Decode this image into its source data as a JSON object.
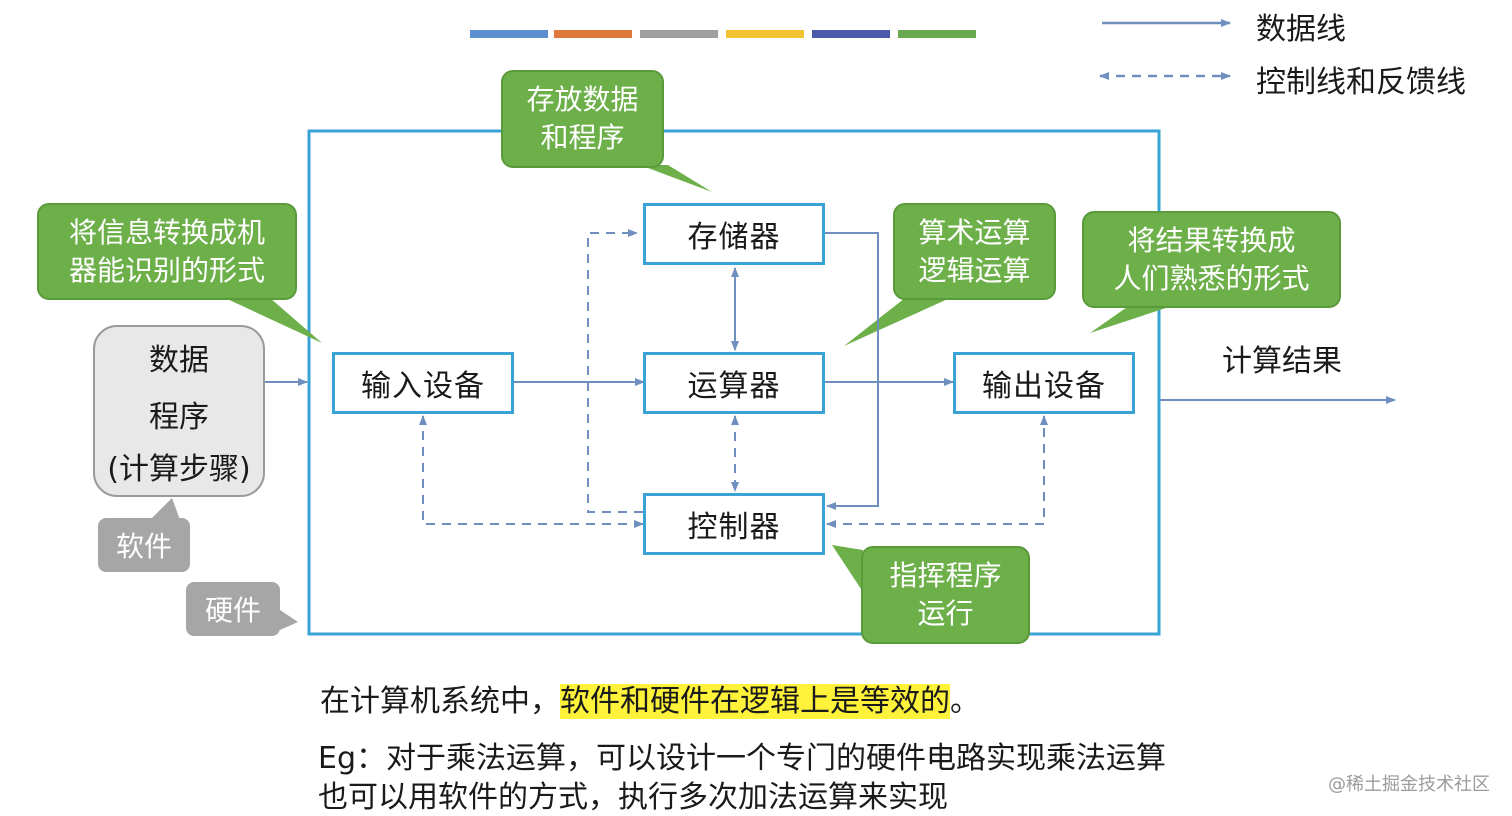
{
  "legend": {
    "data_line": "数据线",
    "control_line": "控制线和反馈线",
    "color_bars": [
      "#5b8fd0",
      "#e07a3c",
      "#a0a0a0",
      "#f1c232",
      "#4a5aa8",
      "#6aa84f"
    ]
  },
  "nodes": {
    "memory": "存储器",
    "input": "输入设备",
    "alu": "运算器",
    "output": "输出设备",
    "controller": "控制器"
  },
  "callouts": {
    "store": [
      "存放数据",
      "和程序"
    ],
    "convert_in": [
      "将信息转换成机",
      "器能识别的形式"
    ],
    "arith": [
      "算术运算",
      "逻辑运算"
    ],
    "convert_out": [
      "将结果转换成",
      "人们熟悉的形式"
    ],
    "direct": [
      "指挥程序",
      "运行"
    ]
  },
  "software_box": {
    "line1": "数据",
    "line2": "程序",
    "line3": "(计算步骤)"
  },
  "tags": {
    "software": "软件",
    "hardware": "硬件"
  },
  "result_label": "计算结果",
  "caption": {
    "line1_prefix": "在计算机系统中，",
    "line1_highlight": "软件和硬件在逻辑上是等效的",
    "line1_suffix": "。",
    "line2": "Eg：对于乘法运算，可以设计一个专门的硬件电路实现乘法运算",
    "line3": "也可以用软件的方式，执行多次加法运算来实现"
  },
  "watermark": "@稀土掘金技术社区",
  "colors": {
    "box_border": "#3aa3d6",
    "arrow": "#6f8fbf",
    "callout_green": "#6db04a",
    "tag_gray": "#a6a6a6",
    "highlight": "#fff23a"
  }
}
